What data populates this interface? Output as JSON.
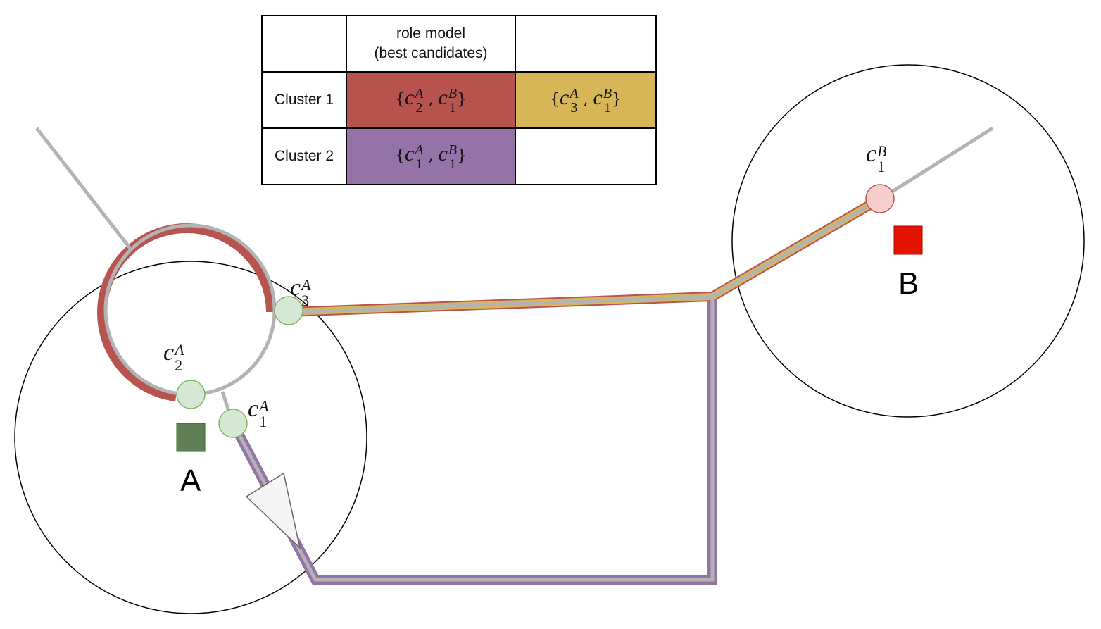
{
  "table": {
    "header": {
      "col0": "",
      "col1_line1": "role model",
      "col1_line2": "(best candidates)",
      "col2": ""
    },
    "rows": [
      {
        "label": "Cluster 1",
        "cells": [
          {
            "open": "{",
            "a_var": "c",
            "a_sup": "A",
            "a_sub": "2",
            "sep": ",",
            "b_var": "c",
            "b_sup": "B",
            "b_sub": "1",
            "close": "}",
            "color": "#b85450"
          },
          {
            "open": "{",
            "a_var": "c",
            "a_sup": "A",
            "a_sub": "3",
            "sep": ",",
            "b_var": "c",
            "b_sup": "B",
            "b_sub": "1",
            "close": "}",
            "color": "#d6b656"
          }
        ]
      },
      {
        "label": "Cluster 2",
        "cells": [
          {
            "open": "{",
            "a_var": "c",
            "a_sup": "A",
            "a_sub": "1",
            "sep": ",",
            "b_var": "c",
            "b_sup": "B",
            "b_sub": "1",
            "close": "}",
            "color": "#9673a6"
          }
        ]
      }
    ]
  },
  "regions": [
    {
      "label": "A",
      "marker_color": "#5f7f54"
    },
    {
      "label": "B",
      "marker_color": "#e51400"
    }
  ],
  "nodes": [
    {
      "var": "c",
      "sup": "A",
      "sub": "1",
      "fill": "#d5e8d4",
      "stroke": "#82b366"
    },
    {
      "var": "c",
      "sup": "A",
      "sub": "2",
      "fill": "#d5e8d4",
      "stroke": "#82b366"
    },
    {
      "var": "c",
      "sup": "A",
      "sub": "3",
      "fill": "#d5e8d4",
      "stroke": "#82b366"
    },
    {
      "var": "c",
      "sup": "B",
      "sub": "1",
      "fill": "#f8cecc",
      "stroke": "#b85450"
    }
  ],
  "colors": {
    "road": "#b3b3b3",
    "cluster1_red": "#b85450",
    "cluster1_gold": "#d6b656",
    "cluster2_purple": "#9673a6",
    "arrow_fill": "#f5f5f5",
    "arrow_stroke": "#666666"
  }
}
